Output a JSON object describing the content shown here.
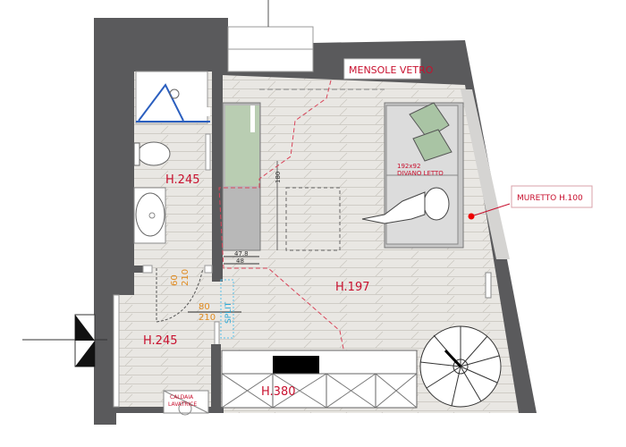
{
  "plan": {
    "labels": {
      "mensole": "MENSOLE VETRO",
      "muretto": "MURETTO H.100",
      "sofa_size": "192x92",
      "sofa_name": "DIVANO LETTO",
      "bath_height": "H.245",
      "living_height": "H.197",
      "entry_height": "H.245",
      "kitchen_height": "H.380",
      "caldaia": "CALDAIA",
      "lavatrice": "LAVATRICE",
      "split": "SPLIT"
    },
    "dimensions": {
      "wardrobe_width_1": "47.8",
      "wardrobe_width_2": "48",
      "wardrobe_depth": "180",
      "bath_door_w": "60",
      "bath_door_h": "210",
      "entry_door_w": "80",
      "entry_door_h": "210"
    },
    "colors": {
      "wall": "#5a5a5c",
      "floor": "#e9e7e3",
      "annotation": "#c8102e",
      "door_dim": "#e08a1e",
      "split": "#29a9d8",
      "cushion": "#a9c4a4"
    }
  }
}
